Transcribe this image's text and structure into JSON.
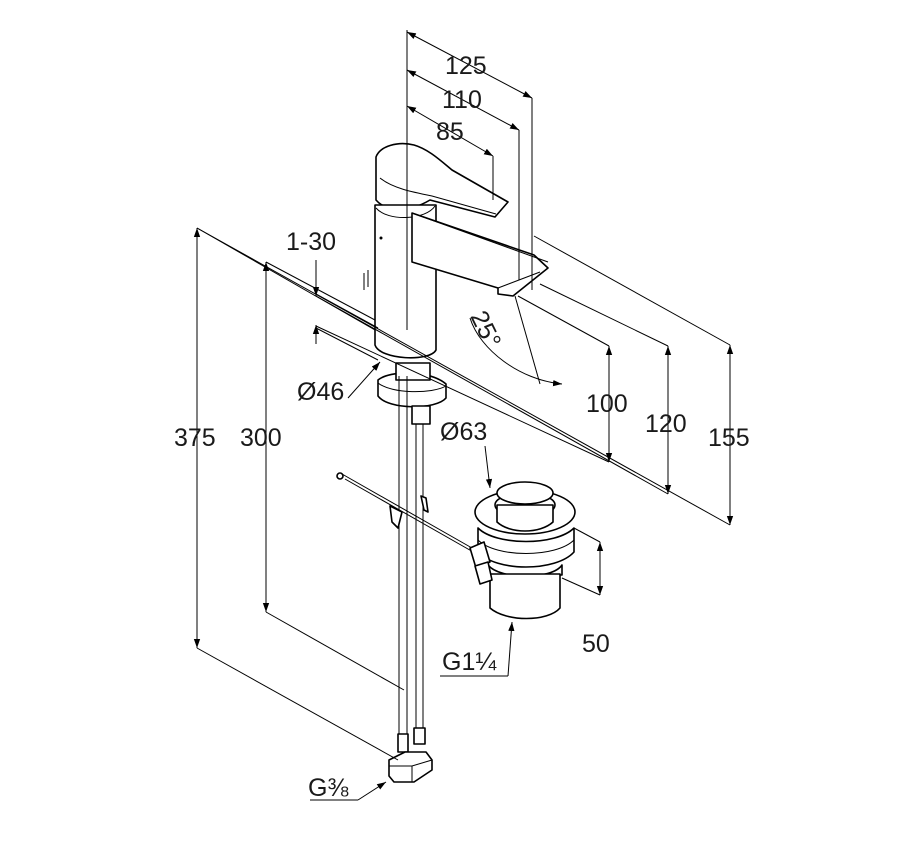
{
  "dimensions": {
    "d125": "125",
    "d110": "110",
    "d85": "85",
    "d1_30": "1-30",
    "d25deg": "25°",
    "d46": "Ø46",
    "d63": "Ø63",
    "d375": "375",
    "d300": "300",
    "d100": "100",
    "d120": "120",
    "d155": "155",
    "d50": "50",
    "g1_1_4": "G1¼",
    "g3_8": "G⅜"
  }
}
